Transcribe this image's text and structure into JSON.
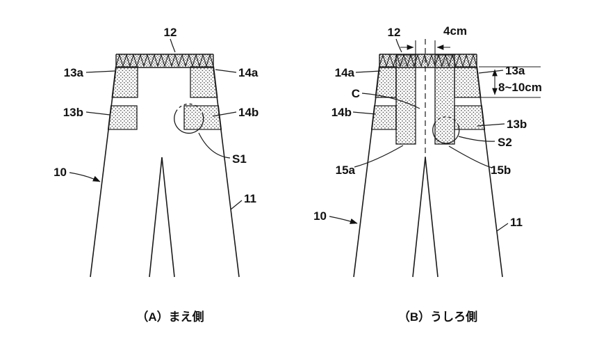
{
  "page": {
    "background": "#ffffff",
    "line_color": "#1a1a1a",
    "stipple_color": "#444444"
  },
  "panel_a": {
    "caption": "（A）まえ側",
    "labels": {
      "waistband": "12",
      "patch_upper_left": "13a",
      "patch_upper_right": "14a",
      "patch_lower_left": "13b",
      "patch_lower_right": "14b",
      "garment": "10",
      "leg": "11",
      "overlap_area": "S1"
    }
  },
  "panel_b": {
    "caption": "（B）うしろ側",
    "labels": {
      "waistband": "12",
      "gap_width": "4cm",
      "patch_upper_left": "14a",
      "patch_upper_right": "13a",
      "center_line": "C",
      "strip_height": "8~10cm",
      "patch_lower_left": "14b",
      "patch_lower_right": "13b",
      "overlap_area": "S2",
      "strip_left": "15a",
      "strip_right": "15b",
      "garment": "10",
      "leg": "11"
    }
  }
}
